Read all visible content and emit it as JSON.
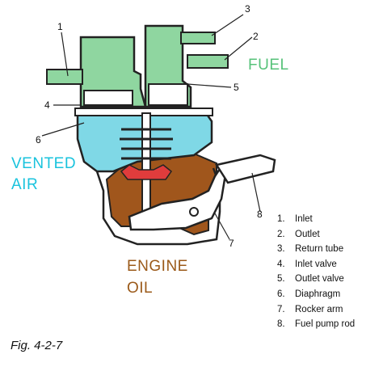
{
  "regions": {
    "fuel": {
      "text": "FUEL",
      "color": "#57c27a"
    },
    "vented_air": {
      "line1": "VENTED",
      "line2": "AIR",
      "color": "#19c3dd"
    },
    "engine_oil": {
      "line1": "ENGINE",
      "line2": "OIL",
      "color": "#9b5a1a"
    }
  },
  "callouts": [
    "1",
    "2",
    "3",
    "4",
    "5",
    "6",
    "7",
    "8"
  ],
  "legend": [
    {
      "num": "1.",
      "label": "Inlet"
    },
    {
      "num": "2.",
      "label": "Outlet"
    },
    {
      "num": "3.",
      "label": "Return tube"
    },
    {
      "num": "4.",
      "label": "Inlet valve"
    },
    {
      "num": "5.",
      "label": "Outlet valve"
    },
    {
      "num": "6.",
      "label": "Diaphragm"
    },
    {
      "num": "7.",
      "label": "Rocker arm"
    },
    {
      "num": "8.",
      "label": "Fuel pump rod"
    }
  ],
  "caption": "Fig. 4-2-7",
  "colors": {
    "fuel_chamber": "#8fd6a0",
    "air_chamber": "#7fd8e6",
    "oil_body": "#a0561c",
    "diaphragm_spring": "#e03c3c",
    "outline": "#222222",
    "metal": "#ffffff"
  }
}
